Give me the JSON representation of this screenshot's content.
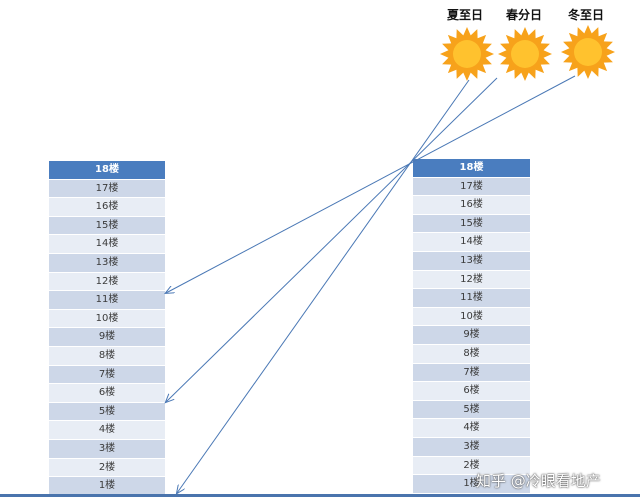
{
  "suns": [
    {
      "label": "夏至日"
    },
    {
      "label": "春分日"
    },
    {
      "label": "冬至日"
    }
  ],
  "floors": [
    "18楼",
    "17楼",
    "16楼",
    "15楼",
    "14楼",
    "13楼",
    "12楼",
    "11楼",
    "10楼",
    "9楼",
    "8楼",
    "7楼",
    "6楼",
    "5楼",
    "4楼",
    "3楼",
    "2楼",
    "1楼"
  ],
  "colors": {
    "top_floor": "#4a7dbf",
    "floor_dark": "#cdd7e8",
    "floor_light": "#e8edf5",
    "sun_outer": "#f7a21b",
    "sun_inner": "#ffc22e",
    "ray_line": "#4a78b5"
  },
  "watermark": "知乎 @冷眼看地产"
}
